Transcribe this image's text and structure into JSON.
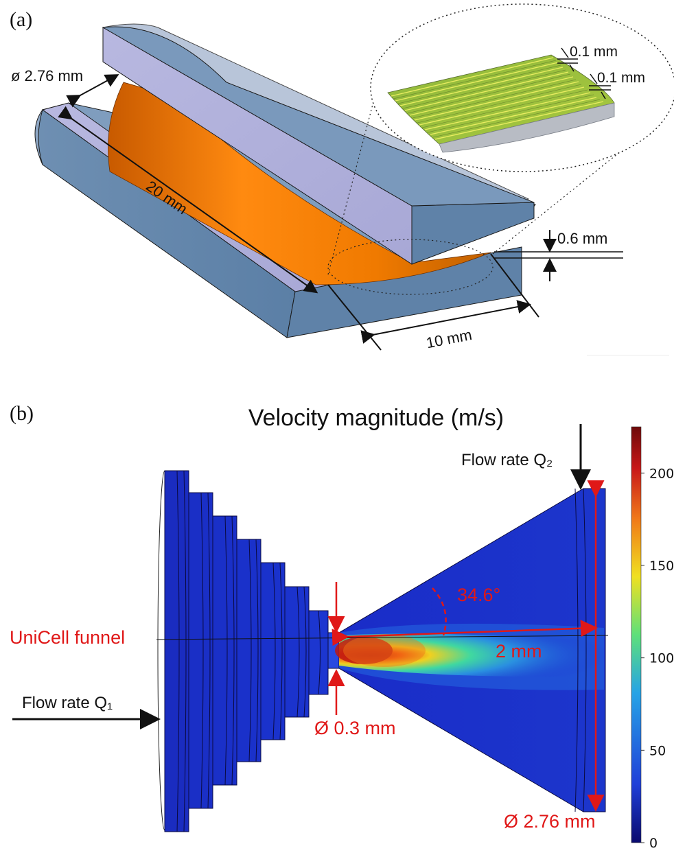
{
  "panel_a": {
    "label": "(a)",
    "dim_diameter": "ø 2.76 mm",
    "dim_length": "20 mm",
    "dim_width": "10 mm",
    "dim_gap": "0.6 mm",
    "dim_layer_1": "0.1 mm",
    "dim_layer_2": "0.1 mm"
  },
  "panel_b": {
    "label": "(b)",
    "title": "Velocity magnitude (m/s)",
    "inlet_1": "Flow rate Q₁",
    "inlet_2": "Flow rate Q₂",
    "funnel_label": "UniCell funnel",
    "throat_diameter": "Ø 0.3 mm",
    "angle": "34.6°",
    "outlet_length": "2 mm",
    "outlet_diameter": "Ø 2.76 mm",
    "colorbar": {
      "min": 0,
      "max": 225,
      "ticks": [
        "0",
        "50",
        "100",
        "150",
        "200"
      ],
      "colors": [
        "#0a0a6e",
        "#1f3fd8",
        "#26a3e6",
        "#5ee07a",
        "#f0e020",
        "#f07818",
        "#c81818",
        "#6e0a0a"
      ]
    }
  }
}
